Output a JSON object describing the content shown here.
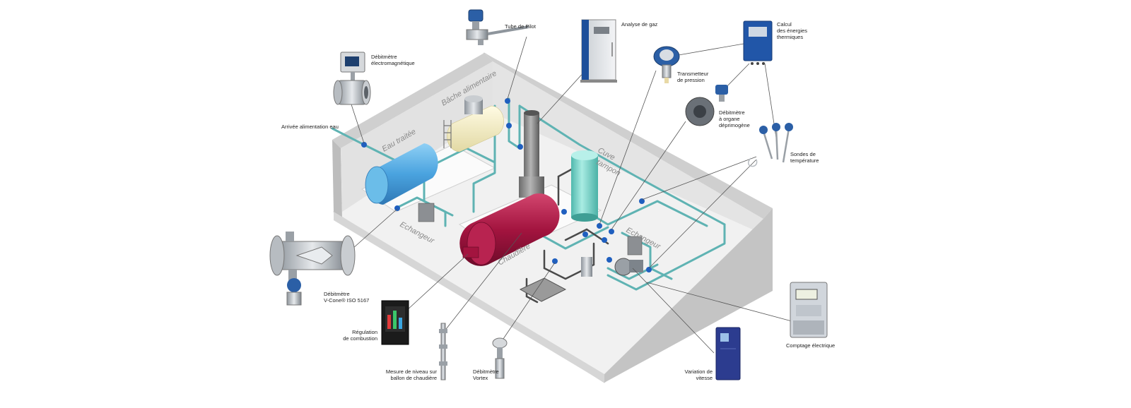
{
  "zones": {
    "eau_traitee": "Eau traitée",
    "bache_alimentaire": "Bâche alimentaire",
    "cuve_tampon": "Cuve tampon",
    "echangeur_left": "Echangeur",
    "echangeur_right": "Echangeur",
    "chaudiere": "Chaudière"
  },
  "instruments": {
    "debitmetre_electromagnetique": "Débitmètre\nélectromagnétique",
    "arrivee_eau": "Arrivée alimentation eau",
    "tube_pilot": "Tube de Pilot",
    "analyse_gaz": "Analyse de gaz",
    "calcul_energies": "Calcul\ndes énergies\nthermiques",
    "transmetteur_pression": "Transmetteur\nde pression",
    "debitmetre_organe": "Débitmètre\nà organe\ndéprimogène",
    "sondes_temperature": "Sondes de\ntempérature",
    "debitmetre_vcone": "Débitmètre\nV-Cone® ISO 5167",
    "regulation_combustion": "Régulation\nde combustion",
    "mesure_niveau": "Mesure de niveau sur\nballon de chaudière",
    "debitmetre_vortex": "Débitmètre\nVortex",
    "variation_vitesse": "Variation de\nvitesse",
    "comptage_electrique": "Comptage électrique"
  },
  "colors": {
    "pipe": "#5fb3b3",
    "pipe_dark": "#3a8d8f",
    "boiler": "#a3143f",
    "water_tank": "#4aa3df",
    "buffer_tank": "#6fd0c4",
    "feed_tank": "#f3ecc2",
    "floor": "#f1f1f1",
    "wall": "#d9d9d9",
    "leader": "#555555",
    "valve": "#1f5fbf"
  }
}
